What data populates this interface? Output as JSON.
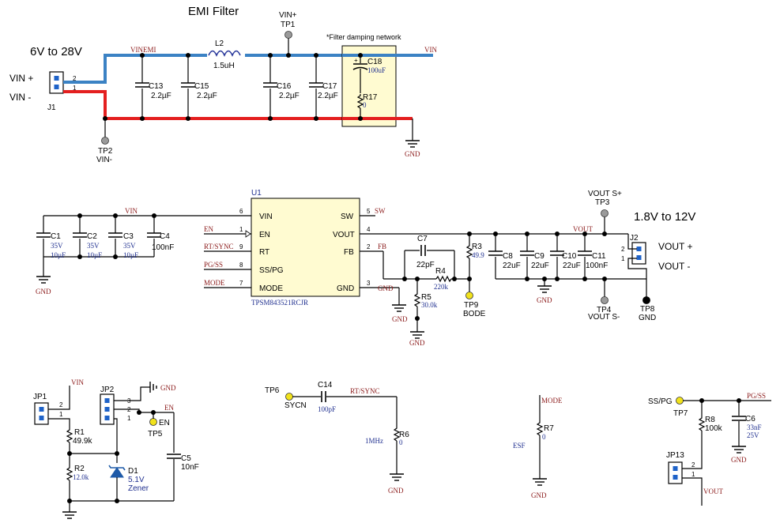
{
  "emi": {
    "title": "EMI Filter",
    "range": "6V to 28V",
    "vin_plus": "VIN +",
    "vin_minus": "VIN -",
    "j1": "J1",
    "pin2": "2",
    "pin1": "1",
    "vinemi": "VINEMI",
    "l2": "L2",
    "l2_val": "1.5uH",
    "tp1": "TP1",
    "tp1_net": "VIN+",
    "tp2": "TP2",
    "tp2_net": "VIN-",
    "damping_note": "*Filter damping network",
    "vin_net": "VIN",
    "gnd": "GND",
    "caps": [
      {
        "ref": "C13",
        "val": "2.2µF"
      },
      {
        "ref": "C15",
        "val": "2.2µF"
      },
      {
        "ref": "C16",
        "val": "2.2µF"
      },
      {
        "ref": "C17",
        "val": "2.2µF"
      }
    ],
    "c18": "C18",
    "c18_val": "100uF",
    "r17": "R17",
    "r17_val": "0"
  },
  "main": {
    "u1": "U1",
    "part": "TPSM843521RCJR",
    "pins_left": [
      {
        "name": "VIN",
        "num": "6",
        "net": "VIN"
      },
      {
        "name": "EN",
        "num": "1",
        "net": "EN"
      },
      {
        "name": "RT",
        "num": "9",
        "net": "RT/SYNC"
      },
      {
        "name": "SS/PG",
        "num": "8",
        "net": "PG/SS"
      },
      {
        "name": "MODE",
        "num": "7",
        "net": "MODE"
      }
    ],
    "pins_right": [
      {
        "name": "SW",
        "num": "5",
        "net": "SW"
      },
      {
        "name": "VOUT",
        "num": "4",
        "net": ""
      },
      {
        "name": "FB",
        "num": "2",
        "net": "FB"
      },
      {
        "name": "GND",
        "num": "3",
        "net": "GND"
      }
    ],
    "in_caps": [
      {
        "ref": "C1",
        "v": "35V",
        "val": "10µF"
      },
      {
        "ref": "C2",
        "v": "35V",
        "val": "10µF"
      },
      {
        "ref": "C3",
        "v": "35V",
        "val": "10µF"
      },
      {
        "ref": "C4",
        "v": "",
        "val": "100nF"
      }
    ],
    "vin_net": "VIN",
    "gnd": "GND",
    "c7": "C7",
    "c7_val": "22pF",
    "r4": "R4",
    "r4_val": "220k",
    "r3": "R3",
    "r3_val": "49.9",
    "r5": "R5",
    "r5_val": "30.0k",
    "tp9": "TP9",
    "tp9_net": "BODE",
    "out_caps": [
      {
        "ref": "C8",
        "val": "22uF"
      },
      {
        "ref": "C9",
        "val": "22uF"
      },
      {
        "ref": "C10",
        "val": "22uF"
      },
      {
        "ref": "C11",
        "val": "100nF"
      }
    ],
    "vout_net": "VOUT",
    "vout_s_plus": "VOUT S+",
    "tp3": "TP3",
    "out_range": "1.8V to 12V",
    "j2": "J2",
    "j2_pin2": "2",
    "j2_pin1": "1",
    "vout_plus": "VOUT +",
    "vout_minus": "VOUT -",
    "tp4": "TP4",
    "tp4_net": "VOUT S-",
    "tp8": "TP8",
    "tp8_net": "GND"
  },
  "bottom": {
    "jp1": "JP1",
    "jp1_p2": "2",
    "jp1_p1": "1",
    "vin": "VIN",
    "r1": "R1",
    "r1_val": "49.9k",
    "r2": "R2",
    "r2_val": "12.0k",
    "jp2": "JP2",
    "jp2_p3": "3",
    "jp2_p2": "2",
    "jp2_p1": "1",
    "gnd": "GND",
    "en": "EN",
    "tp5": "TP5",
    "tp5_net": "EN",
    "d1": "D1",
    "d1_v": "5.1V",
    "d1_type": "Zener",
    "c5": "C5",
    "c5_val": "10nF",
    "tp6": "TP6",
    "tp6_net": "SYCN",
    "c14": "C14",
    "c14_val": "100pF",
    "rt_sync": "RT/SYNC",
    "r6": "R6",
    "r6_val": "0",
    "freq": "1MHz",
    "mode": "MODE",
    "r7": "R7",
    "r7_val": "0",
    "esf": "ESF",
    "sspg": "SS/PG",
    "tp7": "TP7",
    "pgss": "PG/SS",
    "r8": "R8",
    "r8_val": "100k",
    "c6": "C6",
    "c6_val": "33nF",
    "c6_v": "25V",
    "jp13": "JP13",
    "jp13_p2": "2",
    "jp13_p1": "1",
    "vout": "VOUT"
  }
}
